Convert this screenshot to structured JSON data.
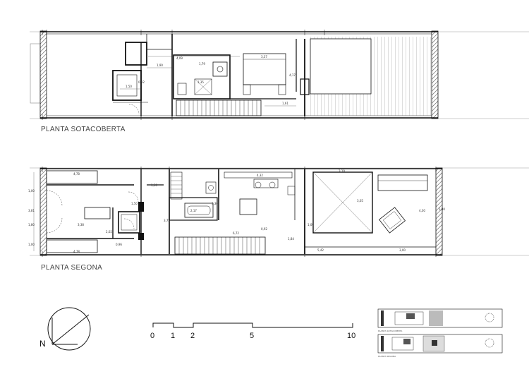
{
  "floors": [
    {
      "label": "PLANTA SOTACOBERTA",
      "dimensions": [
        "1,90",
        "4,09",
        "1,50",
        "0,92",
        "3,37",
        "1,79",
        "1,35",
        "4,17",
        "1,61"
      ]
    },
    {
      "label": "PLANTA SEGONA",
      "dimensions": [
        "4,78",
        "1,50",
        "1,00",
        "3,81",
        "1,80",
        "1,00",
        "3,38",
        "2,02",
        "0,96",
        "4,78",
        "1,50",
        "3,75",
        "2,17",
        "4,32",
        "3,30",
        "6,72",
        "0,92",
        "1,84",
        "3,10",
        "3,05",
        "1,09",
        "5,42",
        "3,00",
        "4,30",
        "1,80"
      ]
    }
  ],
  "scale_bar": {
    "ticks": [
      "0",
      "1",
      "2",
      "5",
      "10"
    ]
  },
  "north": {
    "letter": "N"
  },
  "key_plan": {
    "captions": [
      "PLANTA SOTACOBERTA",
      "PLANTA SEGONA"
    ]
  }
}
